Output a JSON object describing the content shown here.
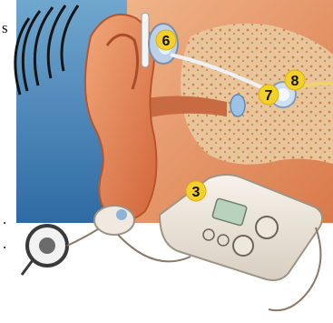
{
  "figure": {
    "edge_text": {
      "top": "s",
      "middle": ".",
      "bottom": "."
    },
    "markers": [
      {
        "id": "marker-3",
        "label": "3",
        "color": "#f3d02a"
      },
      {
        "id": "marker-6",
        "label": "6",
        "color": "#f3d02a"
      },
      {
        "id": "marker-7",
        "label": "7",
        "color": "#f3d02a"
      },
      {
        "id": "marker-8",
        "label": "8",
        "color": "#f3d02a"
      }
    ]
  }
}
